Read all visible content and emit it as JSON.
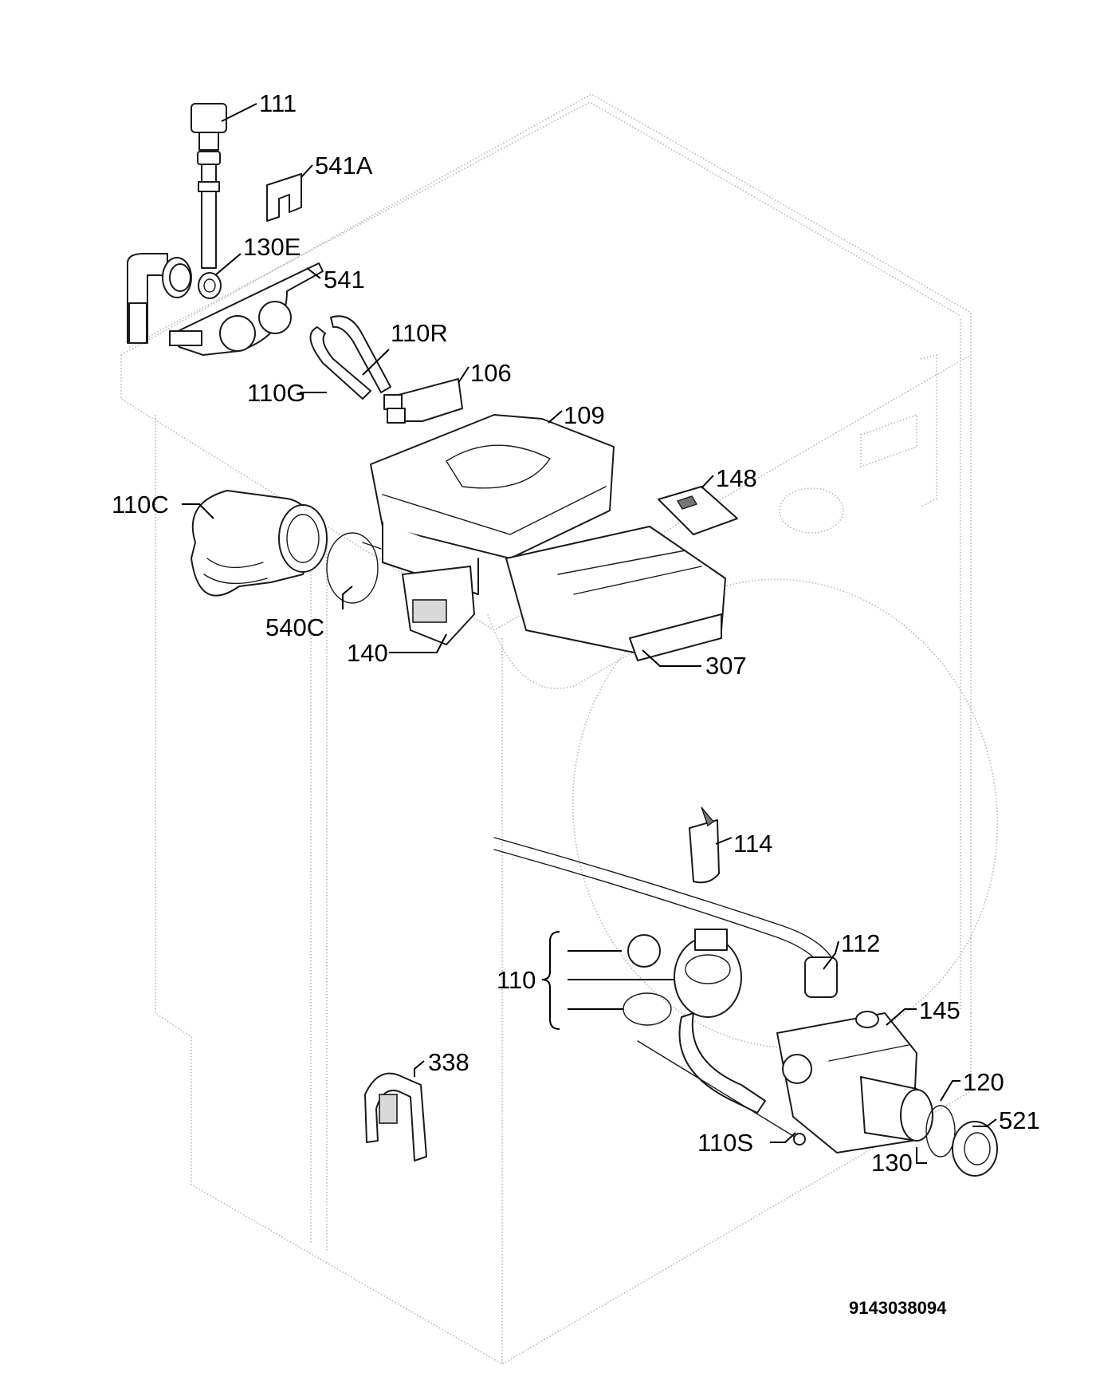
{
  "diagram": {
    "callouts": [
      {
        "id": "111",
        "label": "111"
      },
      {
        "id": "541A",
        "label": "541A"
      },
      {
        "id": "130E",
        "label": "130E"
      },
      {
        "id": "541",
        "label": "541"
      },
      {
        "id": "110R",
        "label": "110R"
      },
      {
        "id": "106",
        "label": "106"
      },
      {
        "id": "110G",
        "label": "110G"
      },
      {
        "id": "109",
        "label": "109"
      },
      {
        "id": "148",
        "label": "148"
      },
      {
        "id": "110C",
        "label": "110C"
      },
      {
        "id": "540C",
        "label": "540C"
      },
      {
        "id": "140",
        "label": "140"
      },
      {
        "id": "307",
        "label": "307"
      },
      {
        "id": "114",
        "label": "114"
      },
      {
        "id": "112",
        "label": "112"
      },
      {
        "id": "110",
        "label": "110"
      },
      {
        "id": "145",
        "label": "145"
      },
      {
        "id": "338",
        "label": "338"
      },
      {
        "id": "120",
        "label": "120"
      },
      {
        "id": "521",
        "label": "521"
      },
      {
        "id": "110S",
        "label": "110S"
      },
      {
        "id": "130",
        "label": "130"
      }
    ],
    "document_number": "9143038094"
  }
}
